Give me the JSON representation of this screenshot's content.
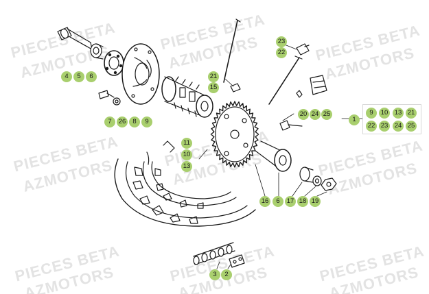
{
  "watermarks": [
    {
      "top": "PIECES BETA",
      "bottom": "AZMOTORS"
    }
  ],
  "callouts": [
    "4",
    "5",
    "6",
    "7",
    "26",
    "8",
    "9",
    "21",
    "15",
    "23",
    "22",
    "20",
    "24",
    "25",
    "1",
    "9",
    "10",
    "13",
    "21",
    "22",
    "23",
    "24",
    "25",
    "11",
    "10",
    "13",
    "16",
    "6",
    "17",
    "18",
    "19",
    "3",
    "2"
  ],
  "colors": {
    "badge": "#a9cf6e",
    "line": "#1a1a1a",
    "watermark": "#e3e3e3"
  }
}
